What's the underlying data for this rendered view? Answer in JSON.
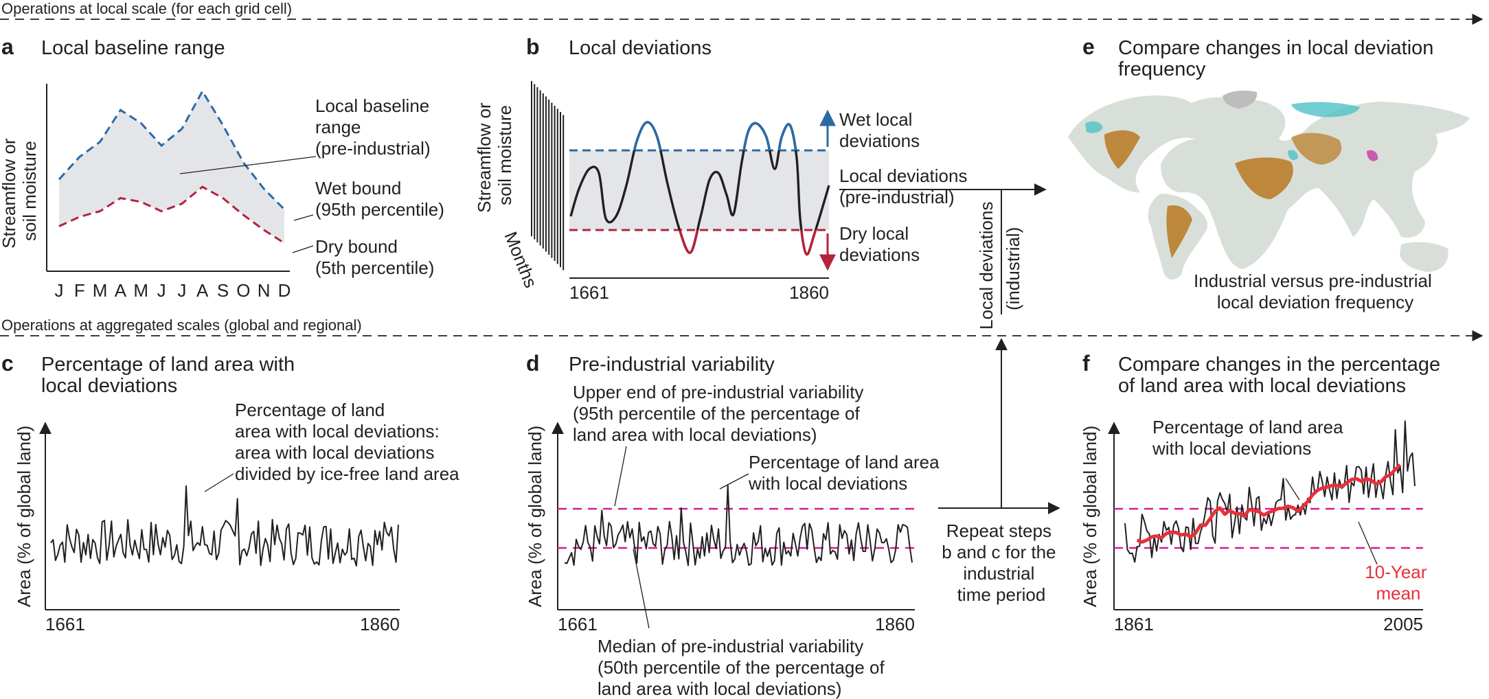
{
  "sections": {
    "local_label": "Operations at local scale (for each grid cell)",
    "aggregated_label": "Operations at aggregated scales (global and regional)"
  },
  "colors": {
    "wet": "#2c6aa6",
    "dry": "#b5223b",
    "threshold": "#d6199b",
    "mean": "#e8303a",
    "band": "#e3e5e8",
    "ink": "#231f20"
  },
  "panels": {
    "a": {
      "letter": "a",
      "title": "Local baseline range",
      "ylabel_lines": [
        "Streamflow or",
        "soil moisture"
      ],
      "months": [
        "J",
        "F",
        "M",
        "A",
        "M",
        "J",
        "J",
        "A",
        "S",
        "O",
        "N",
        "D"
      ],
      "label_range_lines": [
        "Local baseline",
        "range",
        "(pre-industrial)"
      ],
      "label_wet_lines": [
        "Wet bound",
        "(95th percentile)"
      ],
      "label_dry_lines": [
        "Dry bound",
        "(5th percentile)"
      ],
      "wet_bound": [
        0.49,
        0.61,
        0.69,
        0.86,
        0.79,
        0.67,
        0.76,
        0.96,
        0.78,
        0.58,
        0.44,
        0.33
      ],
      "dry_bound": [
        0.24,
        0.29,
        0.32,
        0.39,
        0.37,
        0.32,
        0.36,
        0.45,
        0.39,
        0.3,
        0.22,
        0.15
      ]
    },
    "b": {
      "letter": "b",
      "title": "Local deviations",
      "ylabel_lines": [
        "Streamflow or",
        "soil moisture"
      ],
      "months_label": "Months",
      "x_start": "1661",
      "x_end": "1860",
      "label_wet_lines": [
        "Wet local",
        "deviations"
      ],
      "label_dry_lines": [
        "Dry local",
        "deviations"
      ],
      "label_out_lines": [
        "Local deviations",
        "(pre-industrial)"
      ]
    },
    "c": {
      "letter": "c",
      "title_lines": [
        "Percentage of land area with",
        "local deviations"
      ],
      "ylabel": "Area (% of global land)",
      "x_start": "1661",
      "x_end": "1860",
      "annotation_lines": [
        "Percentage of land",
        "area with local deviations:",
        "area with local deviations",
        "divided by ice-free land area"
      ]
    },
    "d": {
      "letter": "d",
      "title": "Pre-industrial variability",
      "ylabel": "Area (% of global land)",
      "x_start": "1661",
      "x_end": "1860",
      "upper_lines": [
        "Upper end of pre-industrial variability",
        "(95th percentile of the percentage of",
        "land area with local deviations)"
      ],
      "series_lines": [
        "Percentage of land area",
        "with local deviations"
      ],
      "median_lines": [
        "Median of pre-industrial variability",
        "(50th percentile of the percentage of",
        "land area with local deviations)"
      ]
    },
    "e": {
      "letter": "e",
      "title_lines": [
        "Compare changes in local deviation",
        "frequency"
      ],
      "caption_lines": [
        "Industrial versus pre-industrial",
        "local deviation frequency"
      ],
      "vertical_label_1": "Local deviations",
      "vertical_label_2": "(industrial)"
    },
    "f": {
      "letter": "f",
      "title_lines": [
        "Compare changes in the percentage",
        "of land area with local deviations"
      ],
      "ylabel": "Area (% of global land)",
      "x_start": "1861",
      "x_end": "2005",
      "series_lines": [
        "Percentage of land area",
        "with local deviations"
      ],
      "mean_lines": [
        "10-Year",
        "mean"
      ]
    },
    "repeat_lines": [
      "Repeat steps",
      "b and c for the",
      "industrial",
      "time period"
    ]
  }
}
